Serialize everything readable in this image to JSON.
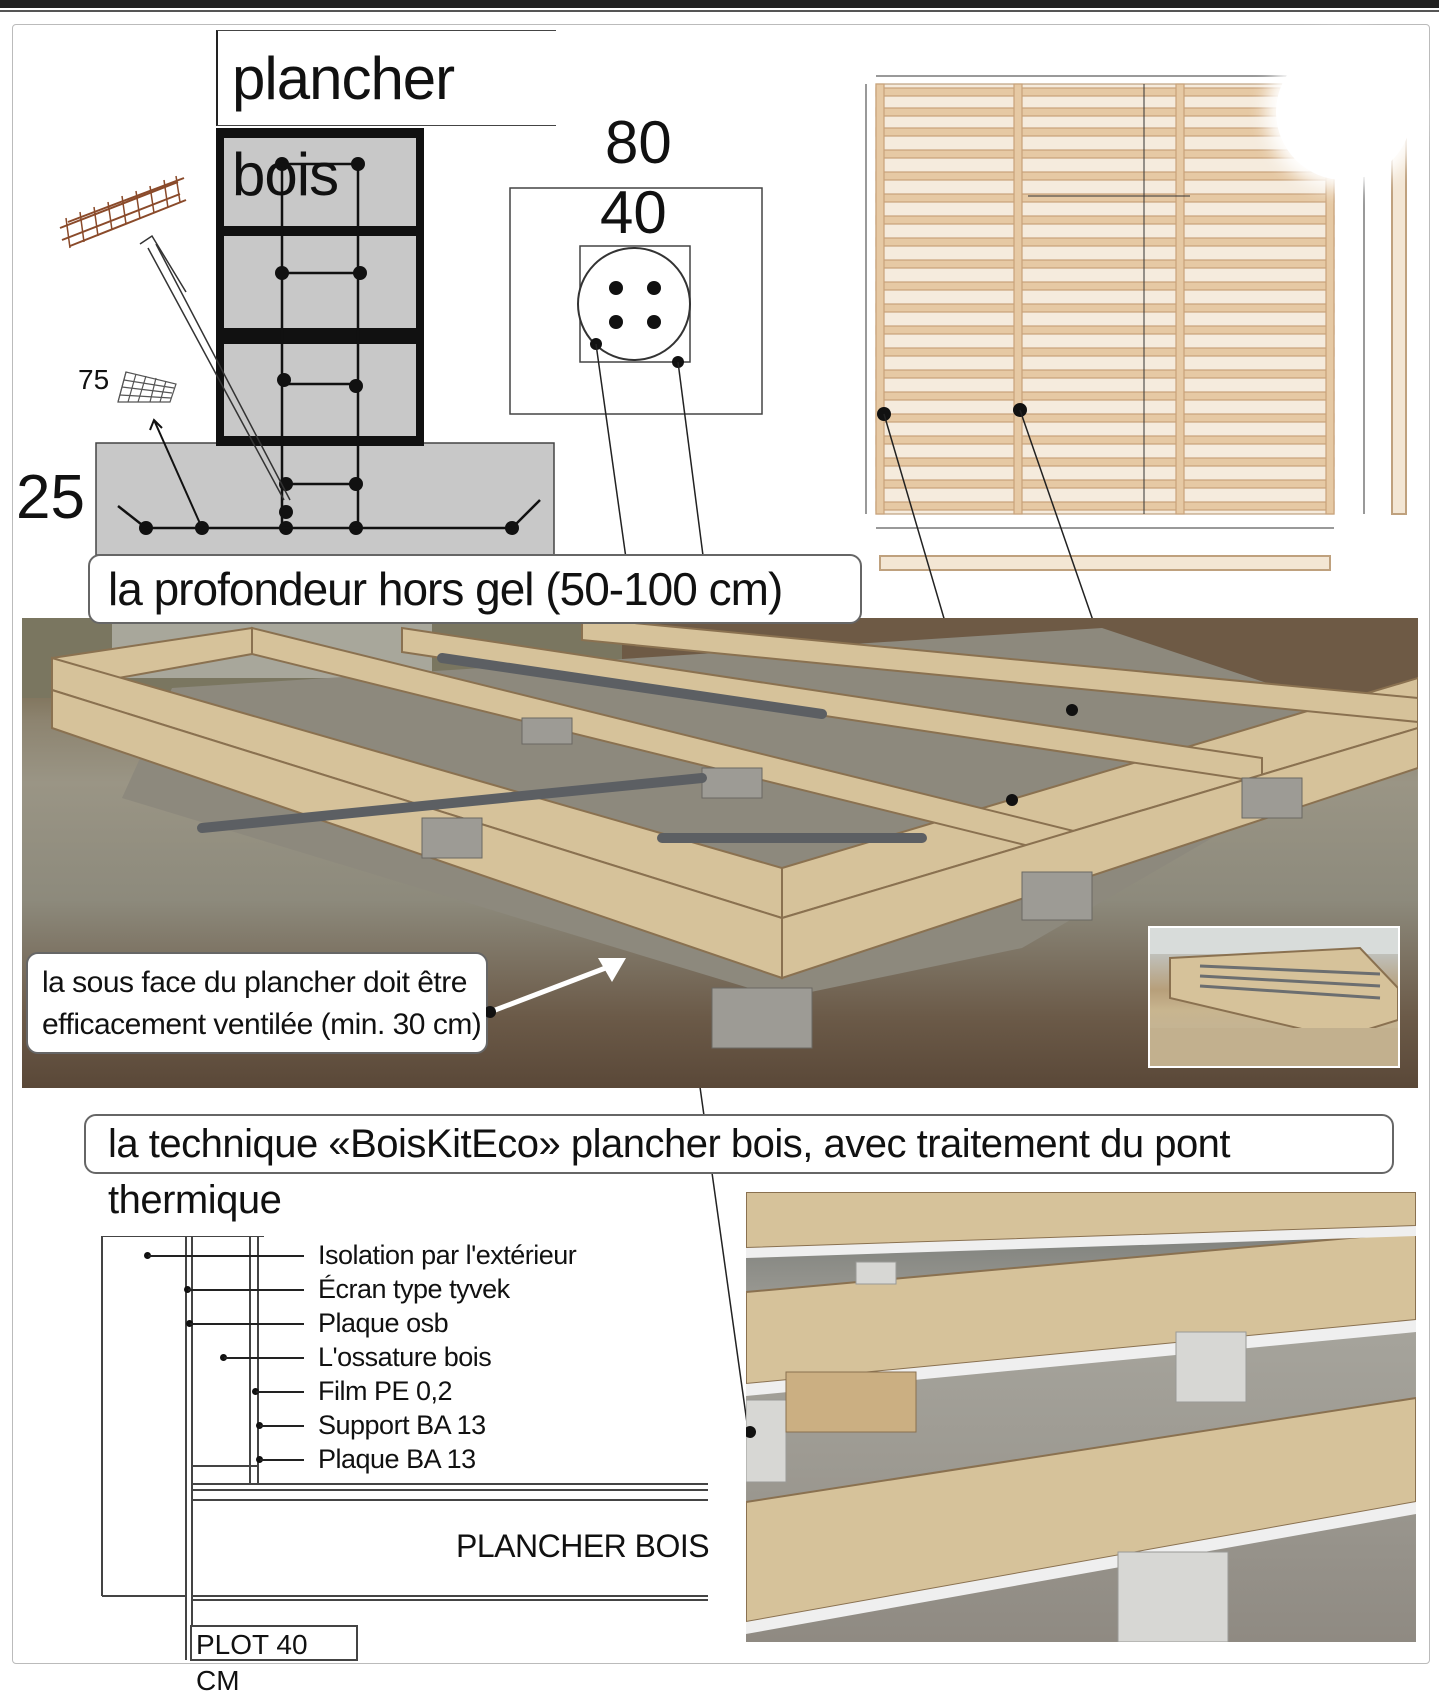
{
  "title": "plancher bois",
  "dimensions": {
    "top": "80",
    "inner": "40",
    "mesh": "75",
    "footing": "25"
  },
  "labels": {
    "frost_depth": "la profondeur hors gel (50-100 cm)",
    "ventilation_line1": "la sous face du plancher doit être",
    "ventilation_line2": "efficacement ventilée (min. 30 cm)",
    "technique": "la technique «BoisKitEco» plancher bois, avec traitement du pont thermique",
    "plancher_bois_caps": "PLANCHER BOIS",
    "plot": "PLOT 40 CM"
  },
  "wall_layers": [
    "Isolation par l'extérieur",
    "Écran type tyvek",
    "Plaque osb",
    "L'ossature bois",
    "Film PE 0,2",
    "Support BA 13",
    "Plaque BA 13"
  ],
  "colors": {
    "concrete": "#c8c8c8",
    "wood": "#e6c9a4",
    "wood_line": "#c8a27a",
    "ink": "#111111"
  }
}
